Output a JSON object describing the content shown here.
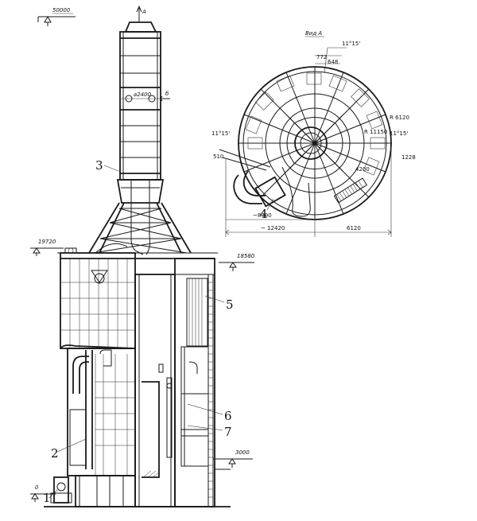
{
  "elevations": {
    "top": "50000",
    "upper_left": "19720",
    "upper_right": "18580",
    "lower_right": "3000",
    "ground": "0"
  },
  "view_marker": "A",
  "plan_view": {
    "title": "Вид А",
    "angle_top": "11°15'",
    "angle_left": "11°15'",
    "angle_right": "11°15'",
    "dim_top_a": "772",
    "dim_top_b": "648",
    "dim_left": "510",
    "dim_right": "1228",
    "radius_a": "R 6120",
    "radius_b": "R 11150",
    "inner_dim": "4200",
    "bottom_small": "~8300",
    "dim_total": "~ 12420",
    "dim_right_part": "6120"
  },
  "stack": {
    "diameter": "⌀2400",
    "section_mark": "б"
  },
  "callouts": [
    "1",
    "2",
    "3",
    "4",
    "5",
    "6",
    "7"
  ]
}
